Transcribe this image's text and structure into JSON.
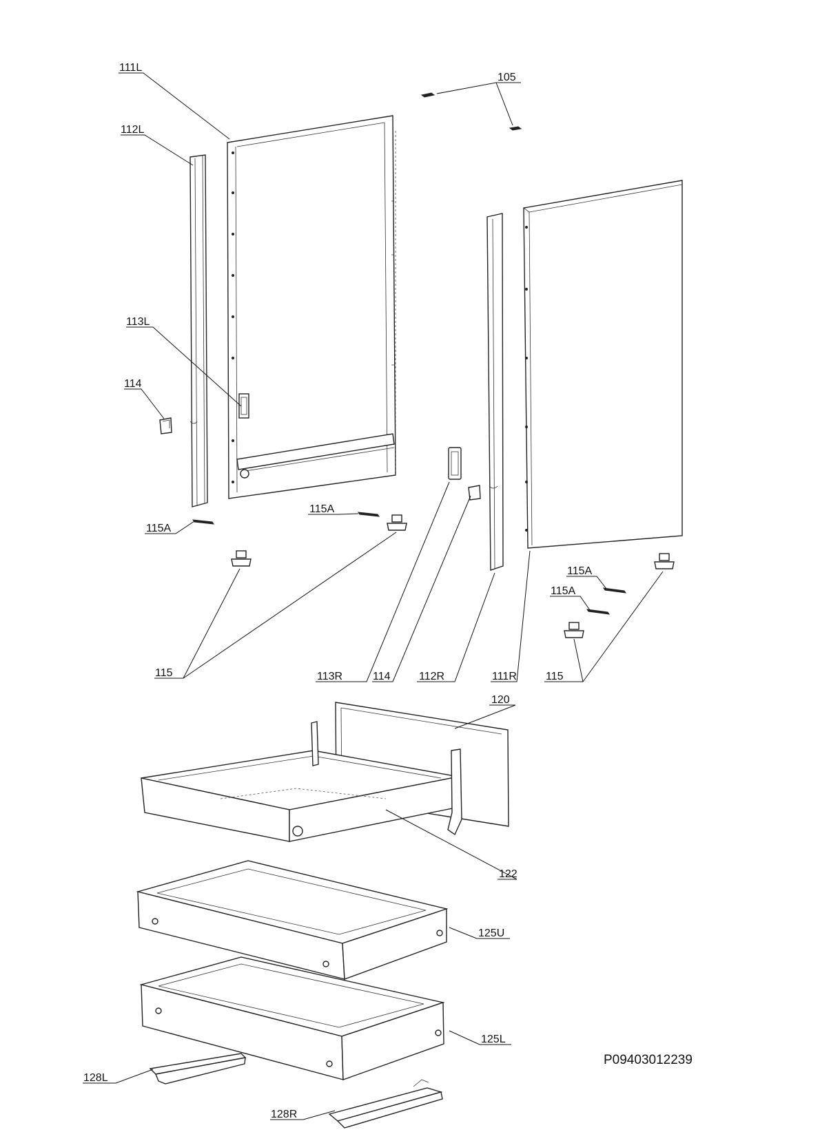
{
  "labels": {
    "l105": "105",
    "l111L": "111L",
    "l112L": "112L",
    "l113L": "113L",
    "l114_top": "114",
    "l115A_a": "115A",
    "l115A_b": "115A",
    "l115A_c": "115A",
    "l115A_d": "115A",
    "l115_left": "115",
    "l113R": "113R",
    "l114_bottom": "114",
    "l112R": "112R",
    "l111R": "111R",
    "l115_right": "115",
    "l120": "120",
    "l122": "122",
    "l125U": "125U",
    "l125L": "125L",
    "l128L": "128L",
    "l128R": "128R"
  },
  "drawing_code": "P09403012239"
}
